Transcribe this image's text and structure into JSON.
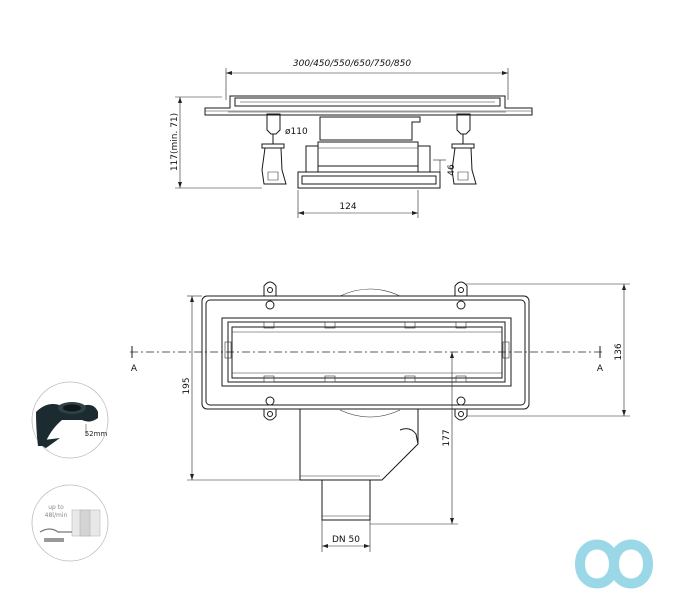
{
  "top_view": {
    "width_label": "300/450/550/650/750/850",
    "height_label": "117(min. 71)",
    "diameter_label": "ø110",
    "depth_label": "46",
    "outlet_width_label": "124"
  },
  "plan_view": {
    "section_left": "A",
    "section_right": "A",
    "height_195": "195",
    "height_136": "136",
    "height_177": "177",
    "outlet_label": "DN 50"
  },
  "thumbnails": {
    "outlet_height_label": "52mm",
    "flow_label_1": "up to",
    "flow_label_2": "48l/min"
  },
  "logo": {
    "name": "infinity-logo",
    "color": "#9ad8e8"
  }
}
